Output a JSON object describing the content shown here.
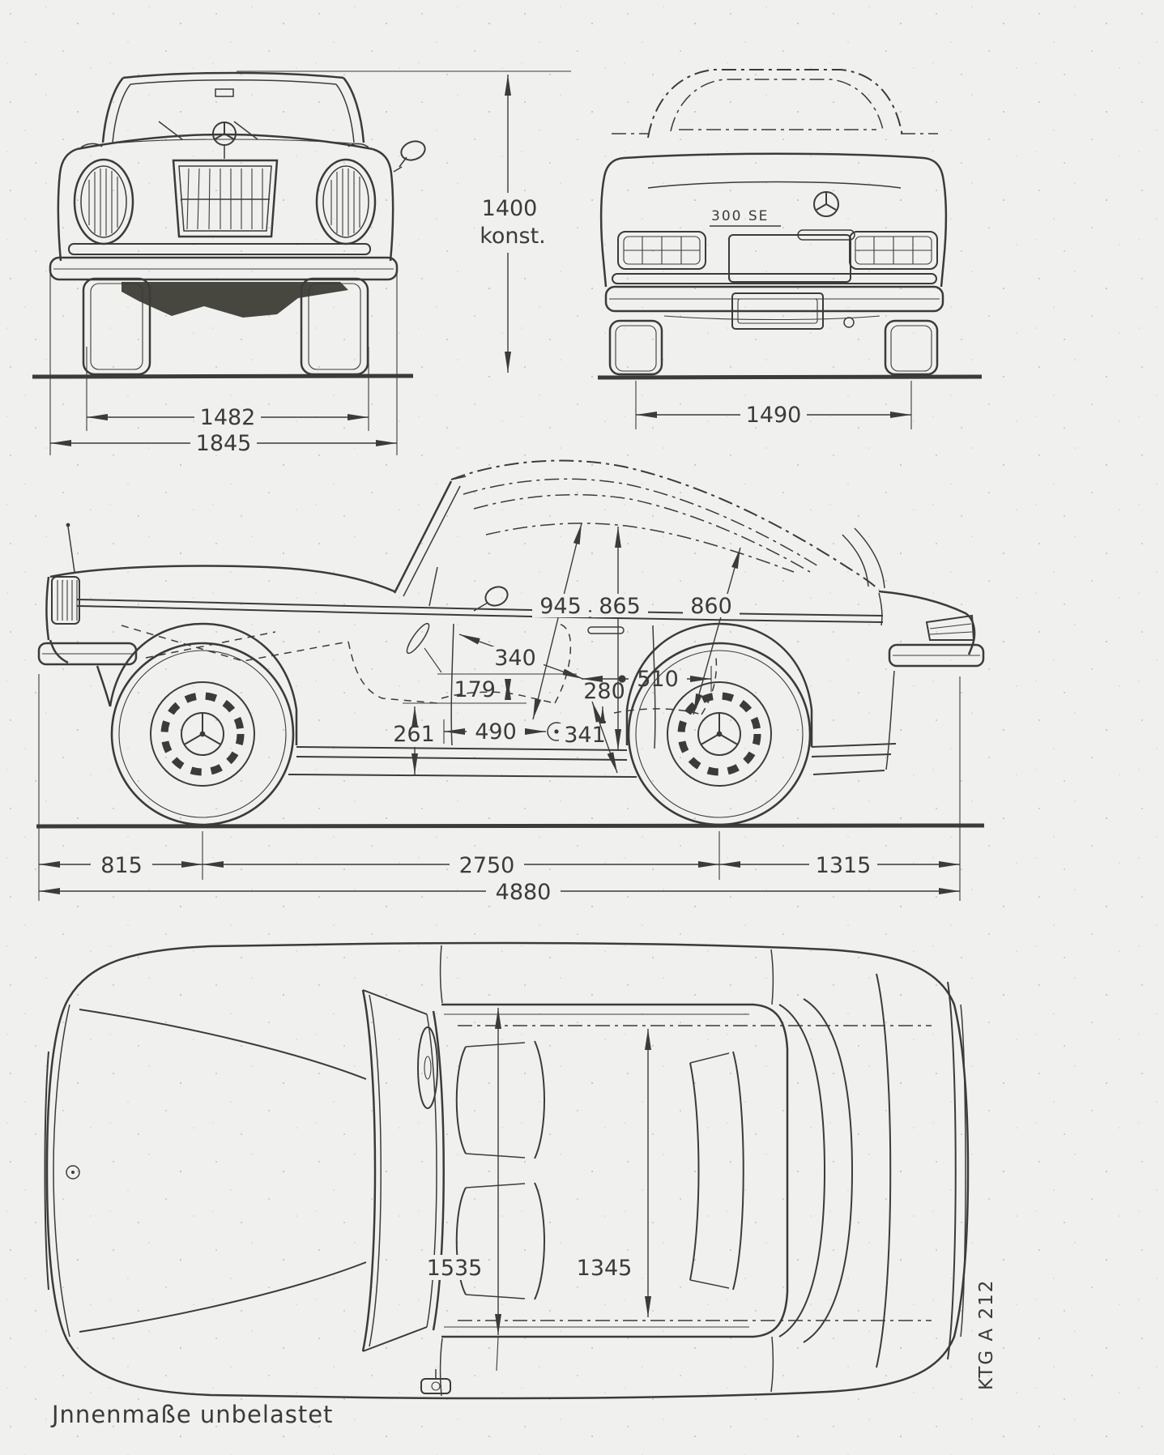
{
  "document": {
    "caption": "Jnnenmaße unbelastet",
    "doc_code": "KTG A 212",
    "paper_color": "#f0f1ee",
    "ink_color": "#3b3b3b"
  },
  "front_view": {
    "height": "1400",
    "height_note": "konst.",
    "track": "1482",
    "overall_width": "1845"
  },
  "rear_view": {
    "model_badge": "300 SE",
    "track": "1490"
  },
  "side_view": {
    "d945": "945",
    "d865": "865",
    "d860": "860",
    "d340": "340",
    "d179": "179",
    "d280": "280",
    "d510": "510",
    "d261": "261",
    "d490": "490",
    "d341": "341",
    "front_overhang": "815",
    "wheelbase": "2750",
    "rear_overhang": "1315",
    "overall_length": "4880"
  },
  "top_view": {
    "interior_width_front": "1535",
    "interior_width_rear": "1345"
  }
}
